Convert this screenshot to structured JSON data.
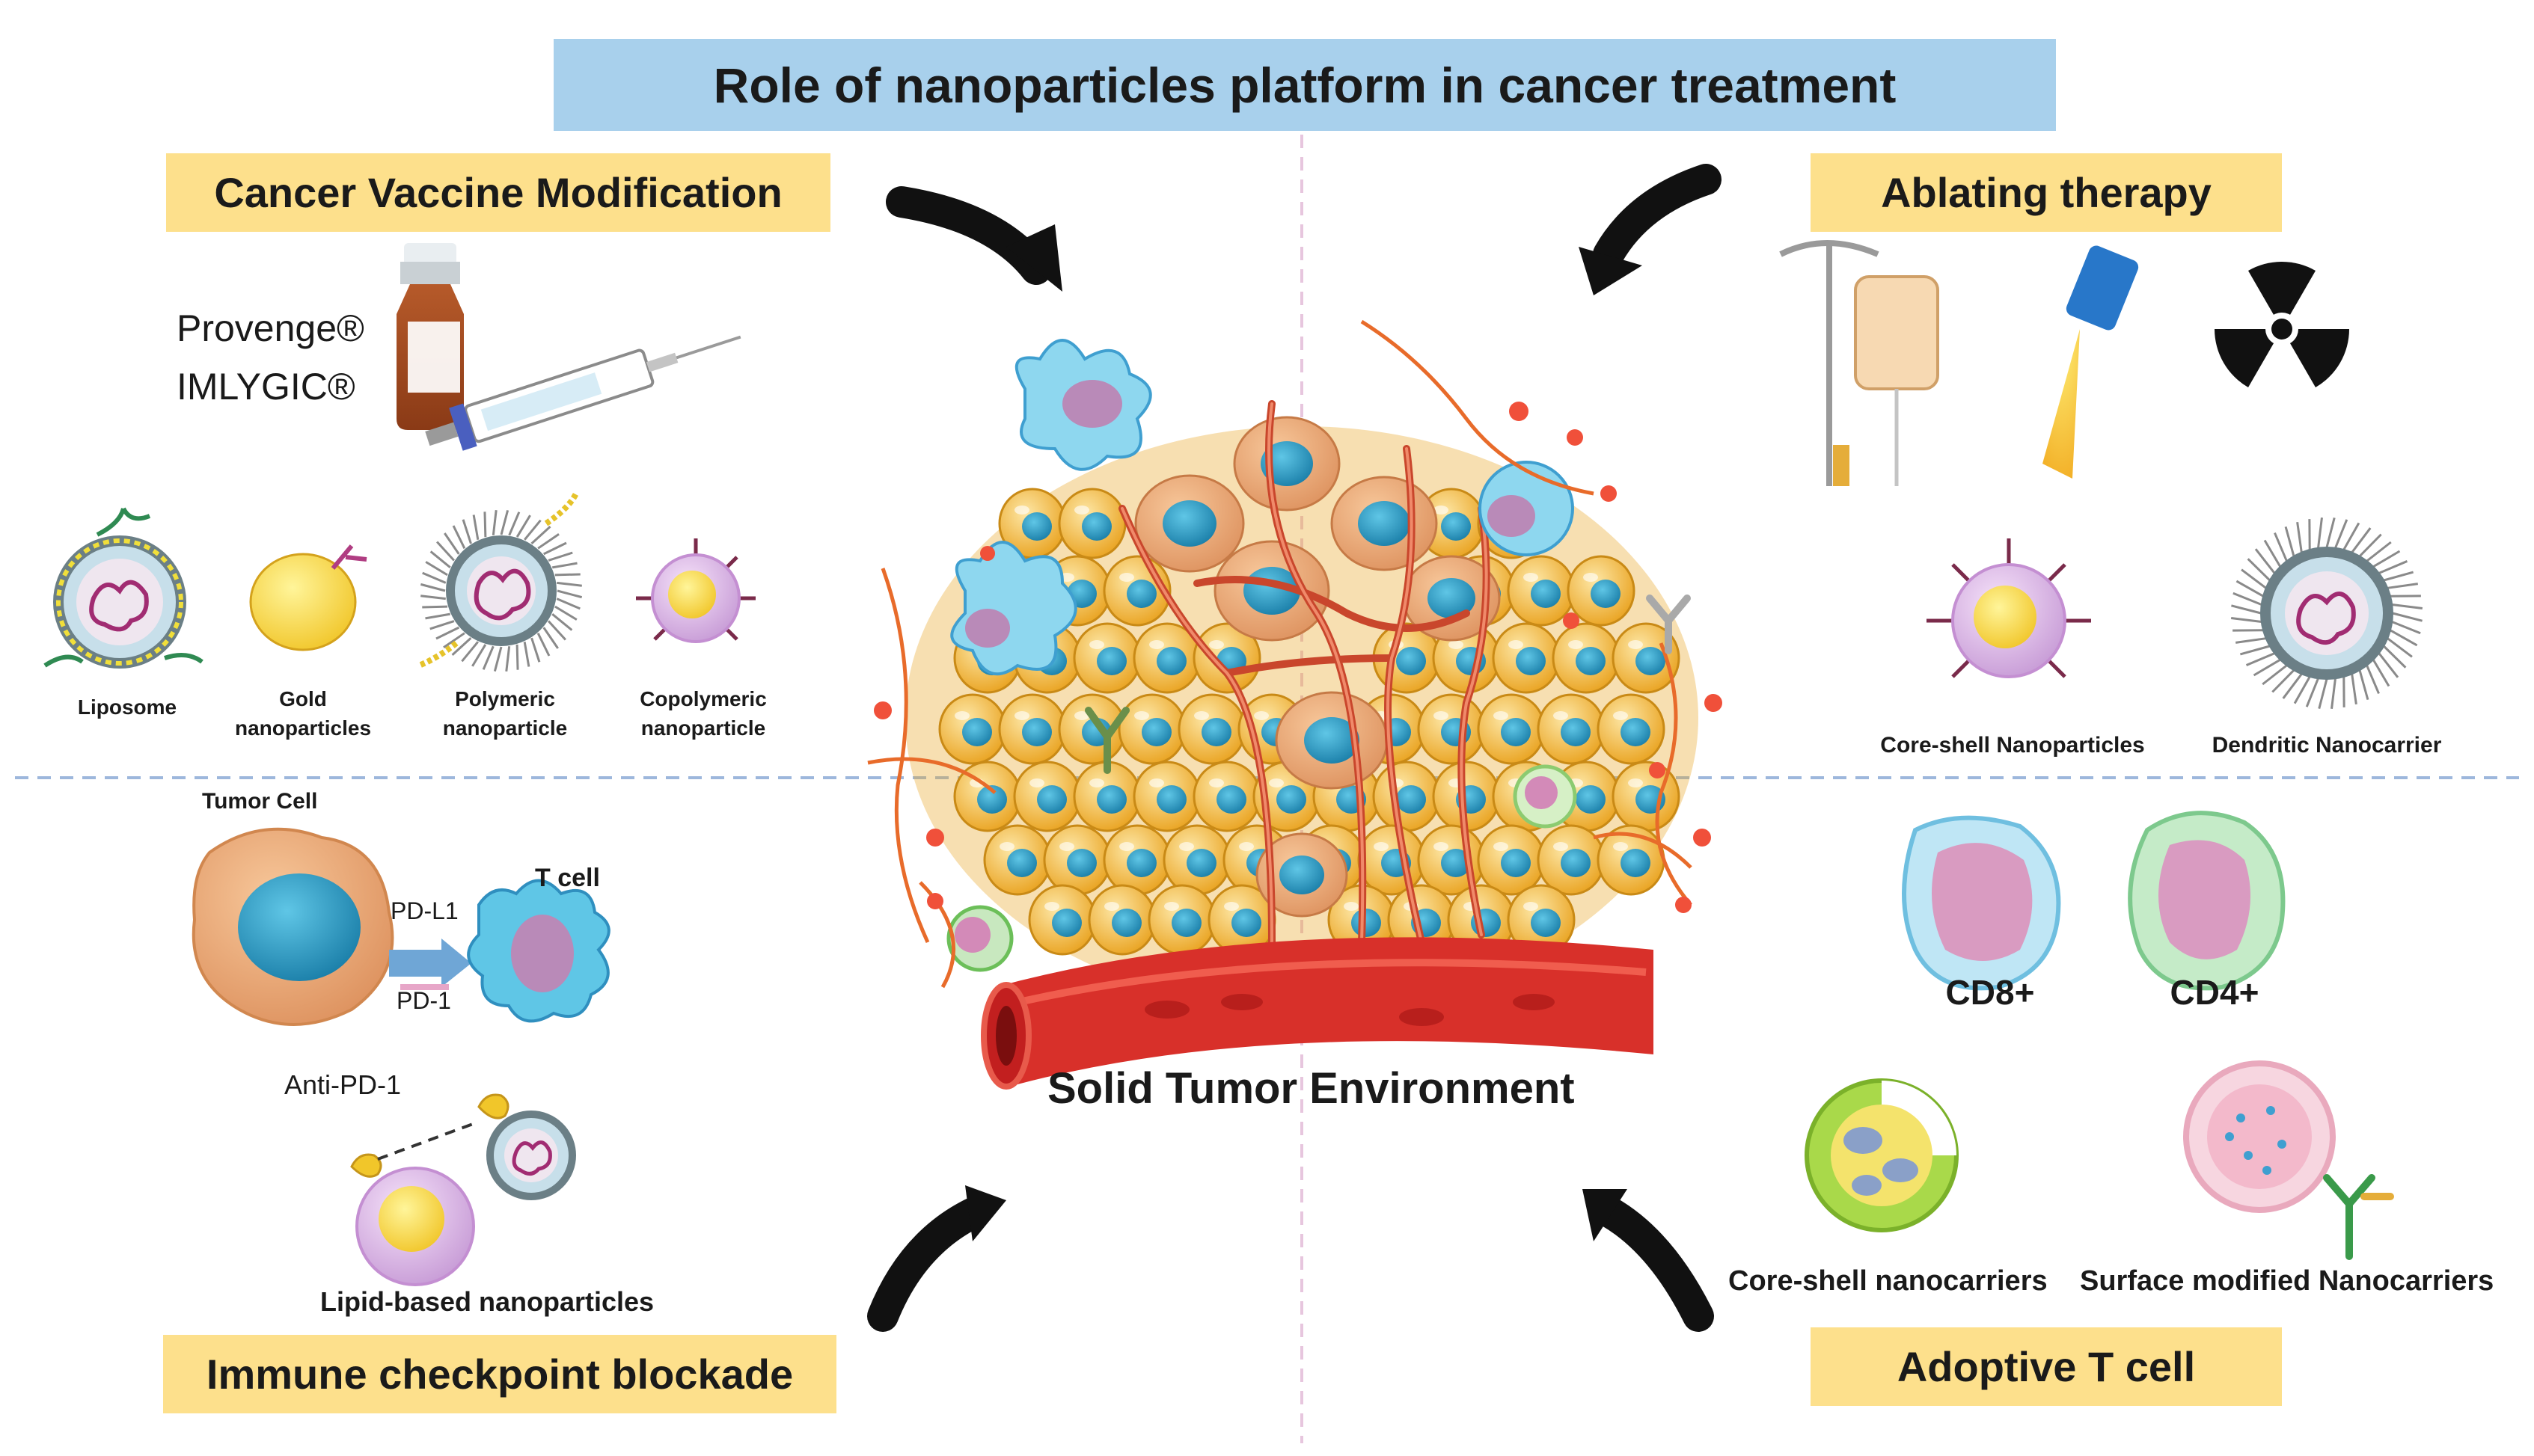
{
  "title": "Role of nanoparticles platform in cancer treatment",
  "center_label": "Solid Tumor Environment",
  "quadrants": {
    "top_left": {
      "heading": "Cancer Vaccine Modification",
      "drugs": [
        "Provenge®",
        "IMLYGIC®"
      ],
      "nanoparticles": [
        "Liposome",
        "Gold\nnanoparticles",
        "Polymeric\nnanoparticle",
        "Copolymeric\nnanoparticle"
      ]
    },
    "top_right": {
      "heading": "Ablating therapy",
      "nanoparticles": [
        "Core-shell Nanoparticles",
        "Dendritic Nanocarrier"
      ]
    },
    "bottom_left": {
      "heading": "Immune checkpoint blockade",
      "tumor_cell": "Tumor Cell",
      "t_cell": "T cell",
      "pd_l1": "PD-L1",
      "pd_1": "PD-1",
      "anti_pd1": "Anti-PD-1",
      "lipid": "Lipid-based nanoparticles"
    },
    "bottom_right": {
      "heading": "Adoptive T cell",
      "cells": [
        "CD8+",
        "CD4+"
      ],
      "nanocarriers": [
        "Core-shell nanocarriers",
        "Surface modified Nanocarriers"
      ]
    }
  },
  "colors": {
    "title_bg": "#a8d0ec",
    "heading_bg": "#fde08c",
    "divider": "#9db7dc",
    "tumor_cell": "#f3b839",
    "nucleus": "#2e9cc4",
    "vessel": "#d8302a"
  }
}
